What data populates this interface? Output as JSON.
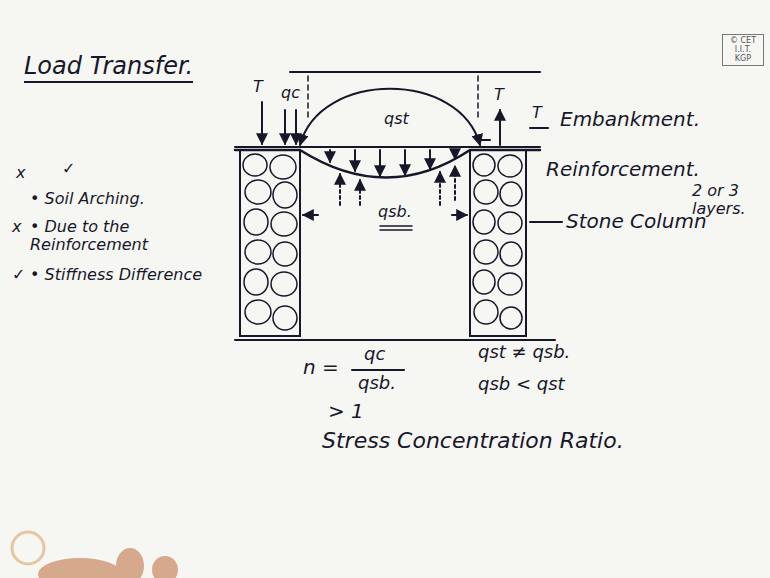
{
  "diagram": {
    "title": "Load Transfer.",
    "nodes": [
      {
        "text": [
          "© CET I.I.T. KGP"
        ]
      }
    ],
    "labels": [
      "Embankment.",
      "Reinforcement.",
      "2 or 3 layers.",
      "T",
      "qc",
      "qst",
      "T",
      "T",
      "qsb.",
      "Stone Column",
      "x",
      "✓",
      "• Soil Arching.",
      "x",
      "• Due to the Reinforcement",
      "✓",
      "• Stiffness Difference",
      "n =",
      "qc",
      "qsb.",
      "qst ≠ qsb.",
      "qsb < qst",
      "> 1",
      "Stress Concentration Ratio."
    ]
  }
}
